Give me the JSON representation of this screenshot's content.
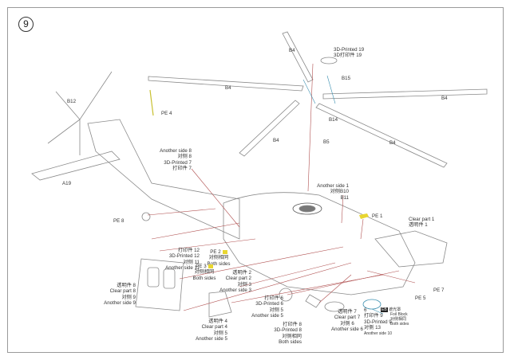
{
  "step_number": "9",
  "colors": {
    "leader_line": "#b05050",
    "blue_line": "#3a8fb0",
    "pe_part": "#e8d630",
    "outline": "#888888"
  },
  "labels": {
    "b12": "B12",
    "pe4": "PE 4",
    "a19": "A19",
    "pe8": "PE 8",
    "b4_a": "B4",
    "b4_b": "B4",
    "b4_c": "B4",
    "b4_d": "B4",
    "b4_e": "B4",
    "b15": "B15",
    "b14": "B14",
    "b5": "B5",
    "printed19": [
      "3D-Printed 19",
      "3D打印件 19"
    ],
    "part7": [
      "Another side 8",
      "对侧 8",
      "3D-Printed 7",
      "打印件 7"
    ],
    "side1": [
      "Another side 1",
      "对侧B10",
      "B11"
    ],
    "pe1": "PE 1",
    "clear1": [
      "Clear part 1",
      "透明件 1"
    ],
    "part12": [
      "打印件 12",
      "3D-Printed 12",
      "对侧 11",
      "Another side 11"
    ],
    "pe2": [
      "PE 2",
      "对侧相同",
      "Both sides"
    ],
    "pe3": [
      "PE 3",
      "对侧相同",
      "Both sides"
    ],
    "clear2": [
      "透明件 2",
      "Clear part 2",
      "对侧 3",
      "Another side 3"
    ],
    "clear8": [
      "透明件 8",
      "Clear part 8",
      "对侧 9",
      "Another side 9"
    ],
    "part6": [
      "打印件 6",
      "3D-Printed 6",
      "对侧 5",
      "Another side 5"
    ],
    "clear4": [
      "透明件 4",
      "Clear part 4",
      "对侧 5",
      "Another side 5"
    ],
    "part8": [
      "打印件 8",
      "3D-Printed 8",
      "对侧相同",
      "Both sides"
    ],
    "clear7": [
      "透明件 7",
      "Clear part 7",
      "对侧 6",
      "Another side 6"
    ],
    "part9": [
      "6",
      "打印件 9",
      "3D-Printed 9",
      "对侧 13",
      "Another side 10"
    ],
    "foil": [
      "遮光罩",
      "Foil Block",
      "对侧相同",
      "Both sides"
    ],
    "foil_tag": "EB",
    "pe5": "PE 5",
    "pe7": "PE 7"
  }
}
